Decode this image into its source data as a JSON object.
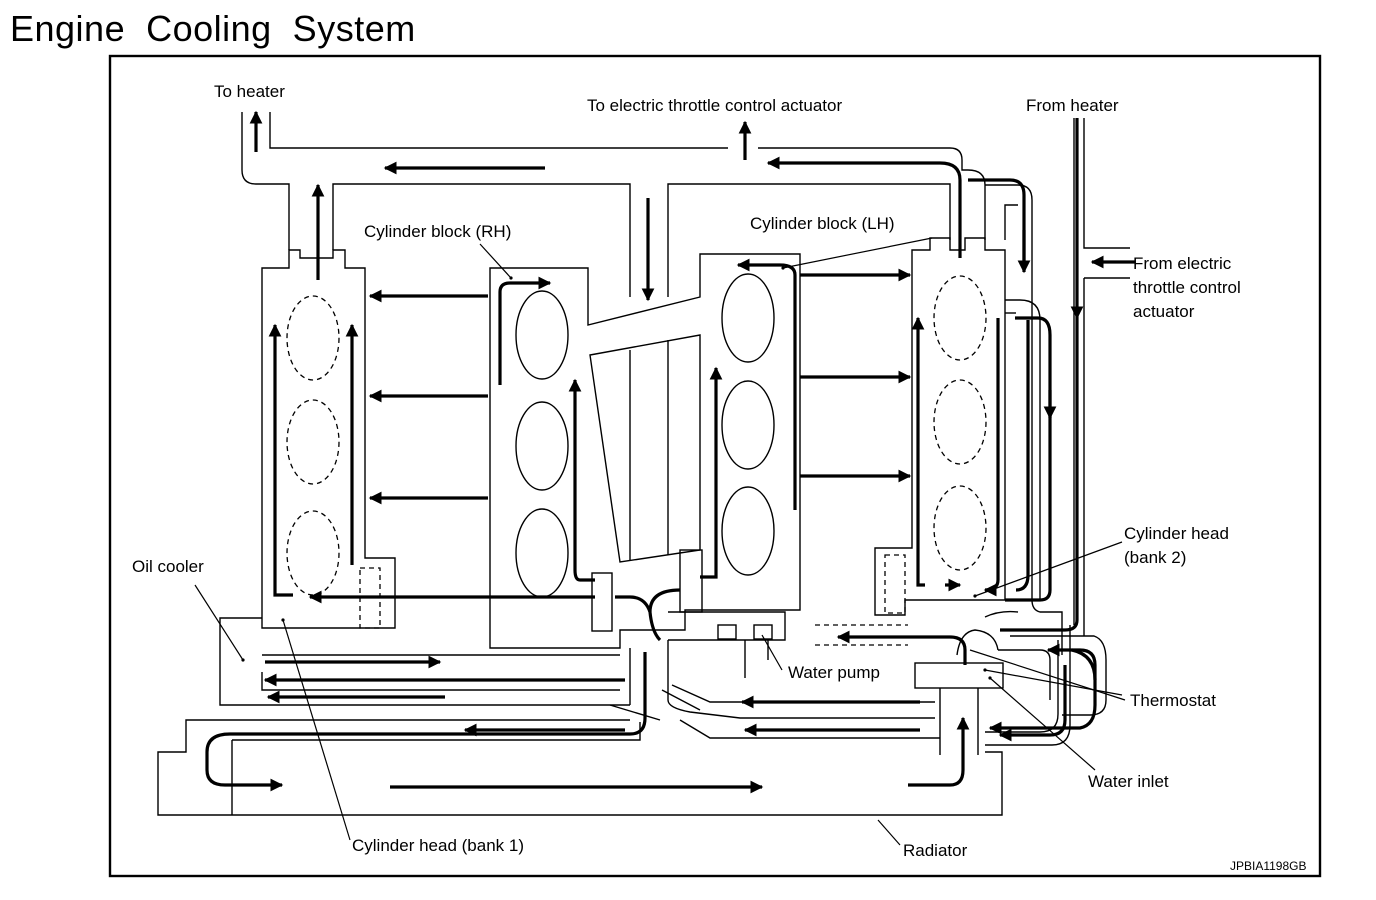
{
  "title": "Engine  Cooling  System",
  "labels": {
    "to_heater": "To heater",
    "to_etc": "To electric throttle control actuator",
    "from_heater": "From heater",
    "cyl_block_rh": "Cylinder block (RH)",
    "cyl_block_lh": "Cylinder block (LH)",
    "from_etc_1": "From electric",
    "from_etc_2": "throttle control",
    "from_etc_3": "actuator",
    "cyl_head_bank2_1": "Cylinder head",
    "cyl_head_bank2_2": "(bank 2)",
    "oil_cooler": "Oil cooler",
    "water_pump": "Water pump",
    "thermostat": "Thermostat",
    "water_inlet": "Water inlet",
    "cyl_head_bank1": "Cylinder head (bank 1)",
    "radiator": "Radiator",
    "figure_code": "JPBIA1198GB"
  }
}
